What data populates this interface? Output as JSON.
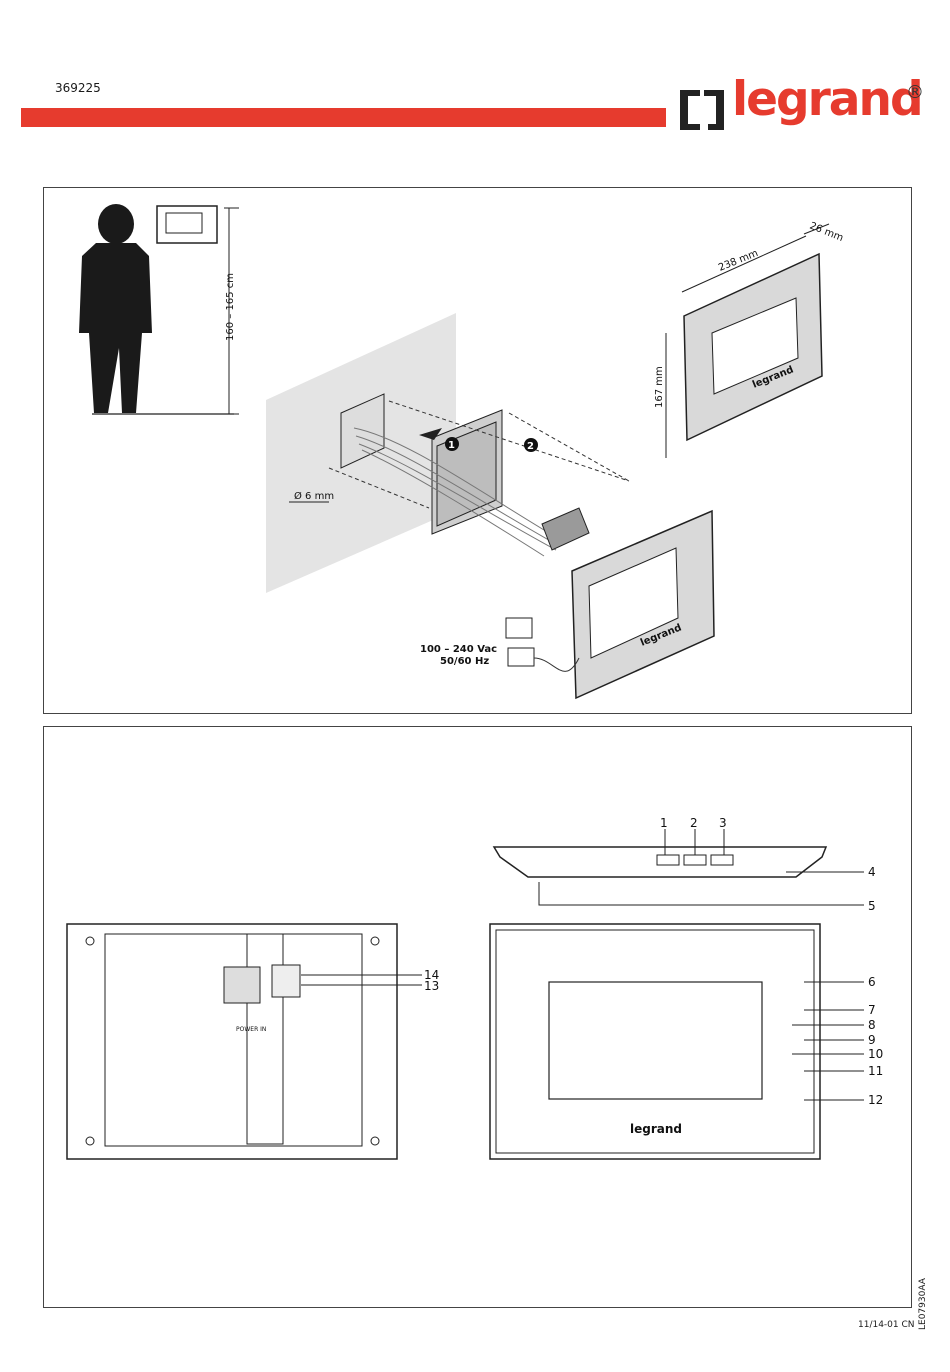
{
  "header": {
    "product_code": "369225",
    "brand": "legrand",
    "registered_mark": "®",
    "accent_color": "#e63b2e"
  },
  "installation": {
    "height_label": "160 – 165 cm",
    "width_label": "238 mm",
    "depth_label": "26 mm",
    "panel_height_label": "167 mm",
    "hole_label": "Ø 6 mm",
    "step_1": "1",
    "step_2": "2",
    "power_line1": "100 – 240 Vac",
    "power_line2": "50/60 Hz",
    "brand_on_device": "legrand"
  },
  "features": {
    "labels": [
      "1",
      "2",
      "3",
      "4",
      "5",
      "6",
      "7",
      "8",
      "9",
      "10",
      "11",
      "12",
      "13",
      "14"
    ],
    "brand_on_device": "legrand",
    "power_marking": "POWER IN"
  },
  "footer": {
    "doc_ref": "LE07930AA",
    "date": "11/14-01 CN"
  }
}
